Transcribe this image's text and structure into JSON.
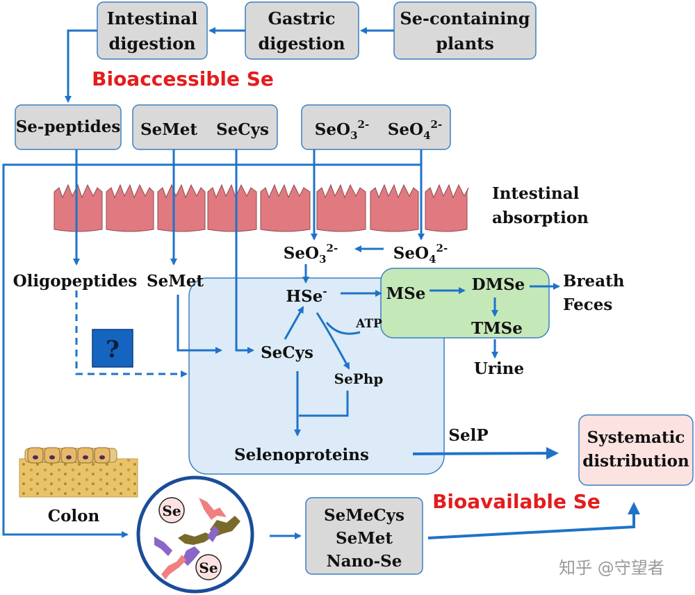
{
  "boxes": {
    "intestinal_digestion": [
      "Intestinal",
      "digestion"
    ],
    "gastric_digestion": [
      "Gastric",
      "digestion"
    ],
    "se_plants": [
      "Se-containing",
      "plants"
    ],
    "se_peptides": "Se-peptides",
    "semet": "SeMet",
    "secys": "SeCys",
    "seo3": {
      "base": "SeO",
      "sub": "3",
      "sup": "2-"
    },
    "seo4": {
      "base": "SeO",
      "sub": "4",
      "sup": "2-"
    },
    "products": [
      "SeMeCys",
      "SeMet",
      "Nano-Se"
    ],
    "systematic": [
      "Systematic",
      "distribution"
    ]
  },
  "headings": {
    "bioaccessible": "Bioaccessible Se",
    "bioavailable": "Bioavailable Se"
  },
  "labels": {
    "intestinal_absorption": [
      "Intestinal",
      "absorption"
    ],
    "seo3_mid": {
      "base": "SeO",
      "sub": "3",
      "sup": "2-"
    },
    "seo4_mid": {
      "base": "SeO",
      "sub": "4",
      "sup": "2-"
    },
    "oligopeptides": "Oligopeptides",
    "semet_mid": "SeMet",
    "question": "?",
    "hse": {
      "base": "HSe",
      "sup": "-"
    },
    "mse": "MSe",
    "dmse": "DMSe",
    "tmse": "TMSe",
    "breath_feces": [
      "Breath",
      "Feces"
    ],
    "urine": "Urine",
    "atp": "ATP",
    "secys_cell": "SeCys",
    "sephp": "SePhp",
    "selenoproteins": "Selenoproteins",
    "selp": "SelP",
    "colon": "Colon",
    "se_circle": "Se"
  },
  "watermark": "知乎 @守望者",
  "colors": {
    "arrow": "#1e73c8",
    "box_fill": "#d9d9d9",
    "box_stroke": "#3a7fc1",
    "cell_fill": "#dcebf7",
    "green_fill": "#c5e8b9",
    "pink_fill": "#fde2e2",
    "villi": "#e07a80",
    "heading_red": "#e41c1c"
  }
}
